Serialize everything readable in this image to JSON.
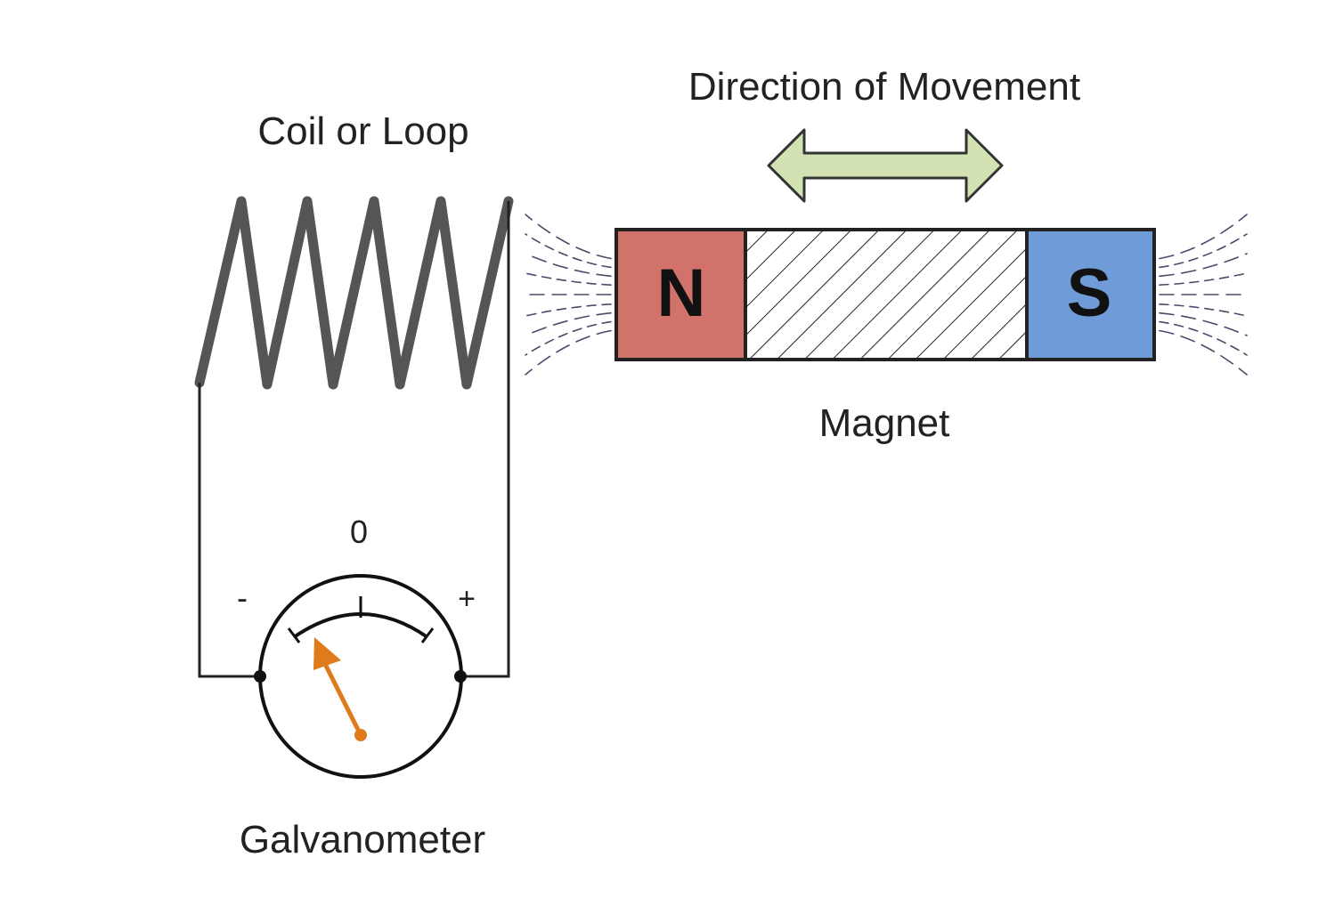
{
  "labels": {
    "coil": "Coil or Loop",
    "direction": "Direction of Movement",
    "magnet": "Magnet",
    "galvanometer": "Galvanometer",
    "zero": "0",
    "minus": "-",
    "plus": "+"
  },
  "magnet": {
    "north_label": "N",
    "south_label": "S",
    "north_color": "#d1736b",
    "south_color": "#6f9bd8",
    "body_fill": "#ffffff"
  },
  "arrow": {
    "fill_color": "#d3e2b3",
    "outline_color": "#333333"
  },
  "coil": {
    "color": "#555555",
    "turns": 5
  },
  "galvanometer": {
    "needle_color": "#e07b1c",
    "face_color": "#ffffff"
  },
  "field_lines": {
    "color": "#4a4a6a"
  }
}
